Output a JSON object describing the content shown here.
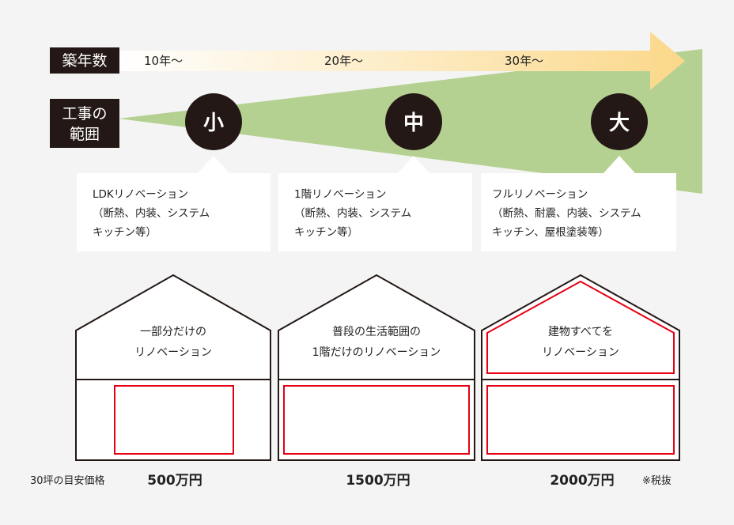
{
  "header": {
    "years_label": "築年数",
    "scope_label_line1": "工事の",
    "scope_label_line2": "範囲"
  },
  "ages": [
    "10年～",
    "20年～",
    "30年～"
  ],
  "scales": [
    "小",
    "中",
    "大"
  ],
  "descriptions": [
    {
      "lines": [
        "LDKリノベーション",
        "（断熱、内装、システム",
        "キッチン等）"
      ]
    },
    {
      "lines": [
        "1階リノベーション",
        "（断熱、内装、システム",
        "キッチン等）"
      ]
    },
    {
      "lines": [
        "フルリノベーション",
        "（断熱、耐震、内装、システム",
        "キッチン、屋根塗装等）"
      ]
    }
  ],
  "houses": [
    {
      "lines": [
        "一部分だけの",
        "リノベーション"
      ],
      "price": "500万円"
    },
    {
      "lines": [
        "普段の生活範囲の",
        "1階だけのリノベーション"
      ],
      "price": "1500万円"
    },
    {
      "lines": [
        "建物すべてを",
        "リノベーション"
      ],
      "price": "2000万円"
    }
  ],
  "price_label": "30坪の目安価格",
  "tax_note": "※税抜",
  "colors": {
    "dark": "#231815",
    "green": "#b5d192",
    "arrow_start": "#ffffff",
    "arrow_end": "#fbd88a",
    "red": "#e60012"
  }
}
